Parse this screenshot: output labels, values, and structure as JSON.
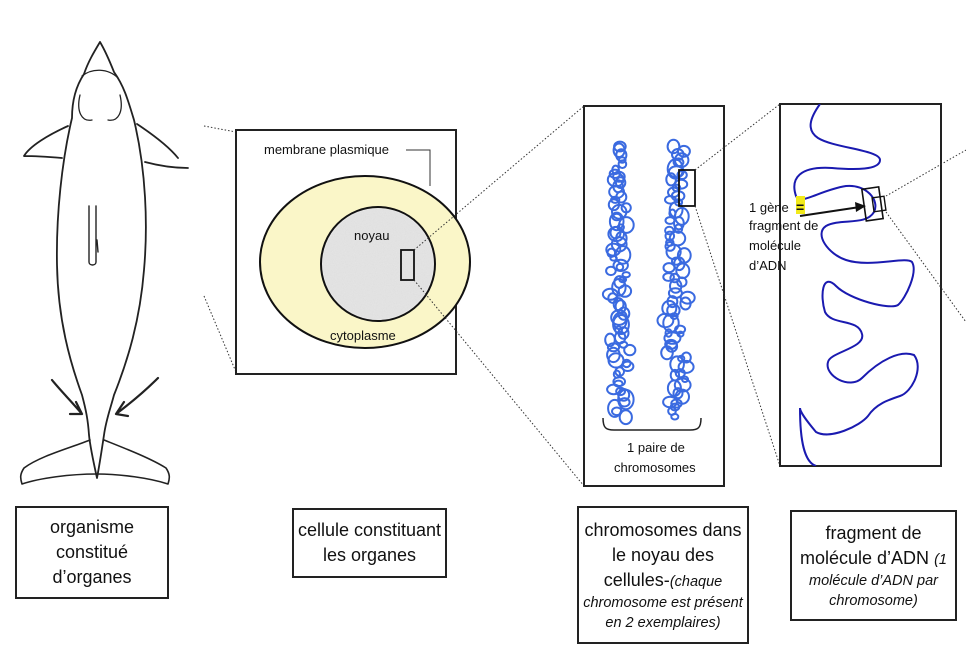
{
  "figure": {
    "title": "Du niveau de l'organisme a la molecule d'ADN",
    "colors": {
      "cytoplasm": "#faf6c8",
      "nucleus": "#e4e4e4",
      "chromosome": "#3a6ae0",
      "dna": "#1a1ab0",
      "gene_highlight": "#f2ea1a",
      "outline": "#222222"
    }
  },
  "cell_panel": {
    "membrane_label": "membrane plasmique",
    "nucleus_label": "noyau",
    "cytoplasm_label": "cytoplasme"
  },
  "chromosome_panel": {
    "pair_label_line1": "1 paire de",
    "pair_label_line2": "chromosomes"
  },
  "dna_panel": {
    "gene_label_line1": "1 gène",
    "gene_equals": "=",
    "gene_label_line2": "fragment de",
    "gene_label_line3": "molécule",
    "gene_label_line4": "d’ADN"
  },
  "captions": {
    "organisme": {
      "line1": "organisme",
      "line2": "constitué",
      "line3": "d’organes"
    },
    "cellule": {
      "line1": "cellule constituant",
      "line2": "les organes"
    },
    "chromosomes": {
      "line1": "chromosomes dans",
      "line2": "le noyau des",
      "line3": "cellules-",
      "note_part1": "(chaque",
      "note_part2": "chromosome est présent",
      "note_part3": "en 2 exemplaires)"
    },
    "adn": {
      "line1": "fragment de",
      "line2": "molécule d’ADN",
      "note_part1": "(1",
      "note_part2": "molécule d’ADN par",
      "note_part3": "chromosome)"
    }
  }
}
